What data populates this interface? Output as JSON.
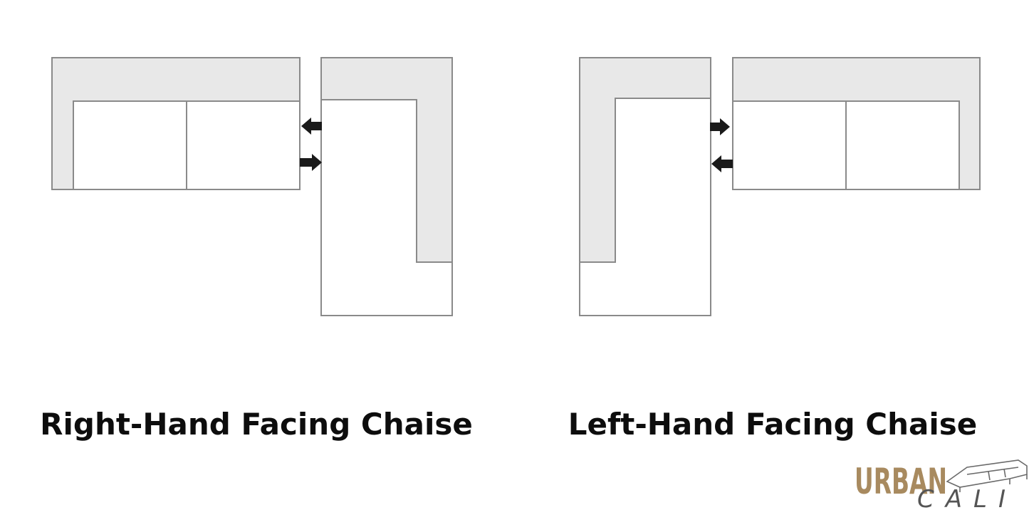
{
  "captions": {
    "right_hand": "Right-Hand Facing Chaise",
    "left_hand": "Left-Hand Facing Chaise"
  },
  "logo": {
    "line1": "URBAN",
    "line2": "CALI",
    "color": "#a88a5f"
  },
  "colors": {
    "arm_fill": "#e8e8e8",
    "outline": "#8a8a8a",
    "seat_fill": "#ffffff",
    "arrow": "#1a1a1a"
  },
  "icons": [
    "arrow-left-icon",
    "arrow-right-icon",
    "sofa-icon"
  ]
}
